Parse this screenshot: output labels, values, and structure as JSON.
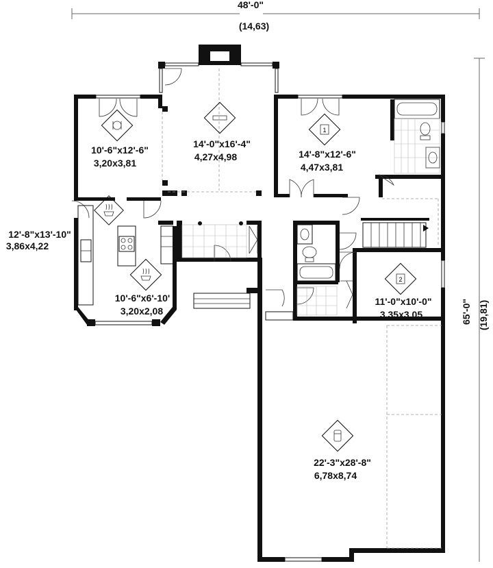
{
  "overall": {
    "width_imperial": "48'-0\"",
    "width_metric": "(14,63)",
    "depth_imperial": "65'-0\"",
    "depth_metric": "(19,81)"
  },
  "rooms": [
    {
      "id": "bedroom-west",
      "imperial": "10'-6\"x12'-6\"",
      "metric": "3,20x3,81",
      "icon": "bed-icon"
    },
    {
      "id": "living-room",
      "imperial": "14'-0\"x16'-4\"",
      "metric": "4,27x4,98",
      "icon": "sofa-icon"
    },
    {
      "id": "bedroom-1",
      "imperial": "14'-8\"x12'-6\"",
      "metric": "4,47x3,81",
      "icon": "bed-1-icon",
      "number": "1"
    },
    {
      "id": "kitchen",
      "imperial": "12'-8\"x13'-10\"",
      "metric": "3,86x4,22",
      "icon": "kitchen-icon"
    },
    {
      "id": "dining",
      "imperial": "10'-6\"x6'-10'",
      "metric": "3,20x2,08",
      "icon": "dining-icon"
    },
    {
      "id": "bedroom-2",
      "imperial": "11'-0\"x10'-0\"",
      "metric": "3,35x3,05",
      "icon": "bed-2-icon",
      "number": "2"
    },
    {
      "id": "garage",
      "imperial": "22'-3\"x28'-8\"",
      "metric": "6,78x8,74",
      "icon": "car-icon"
    }
  ]
}
